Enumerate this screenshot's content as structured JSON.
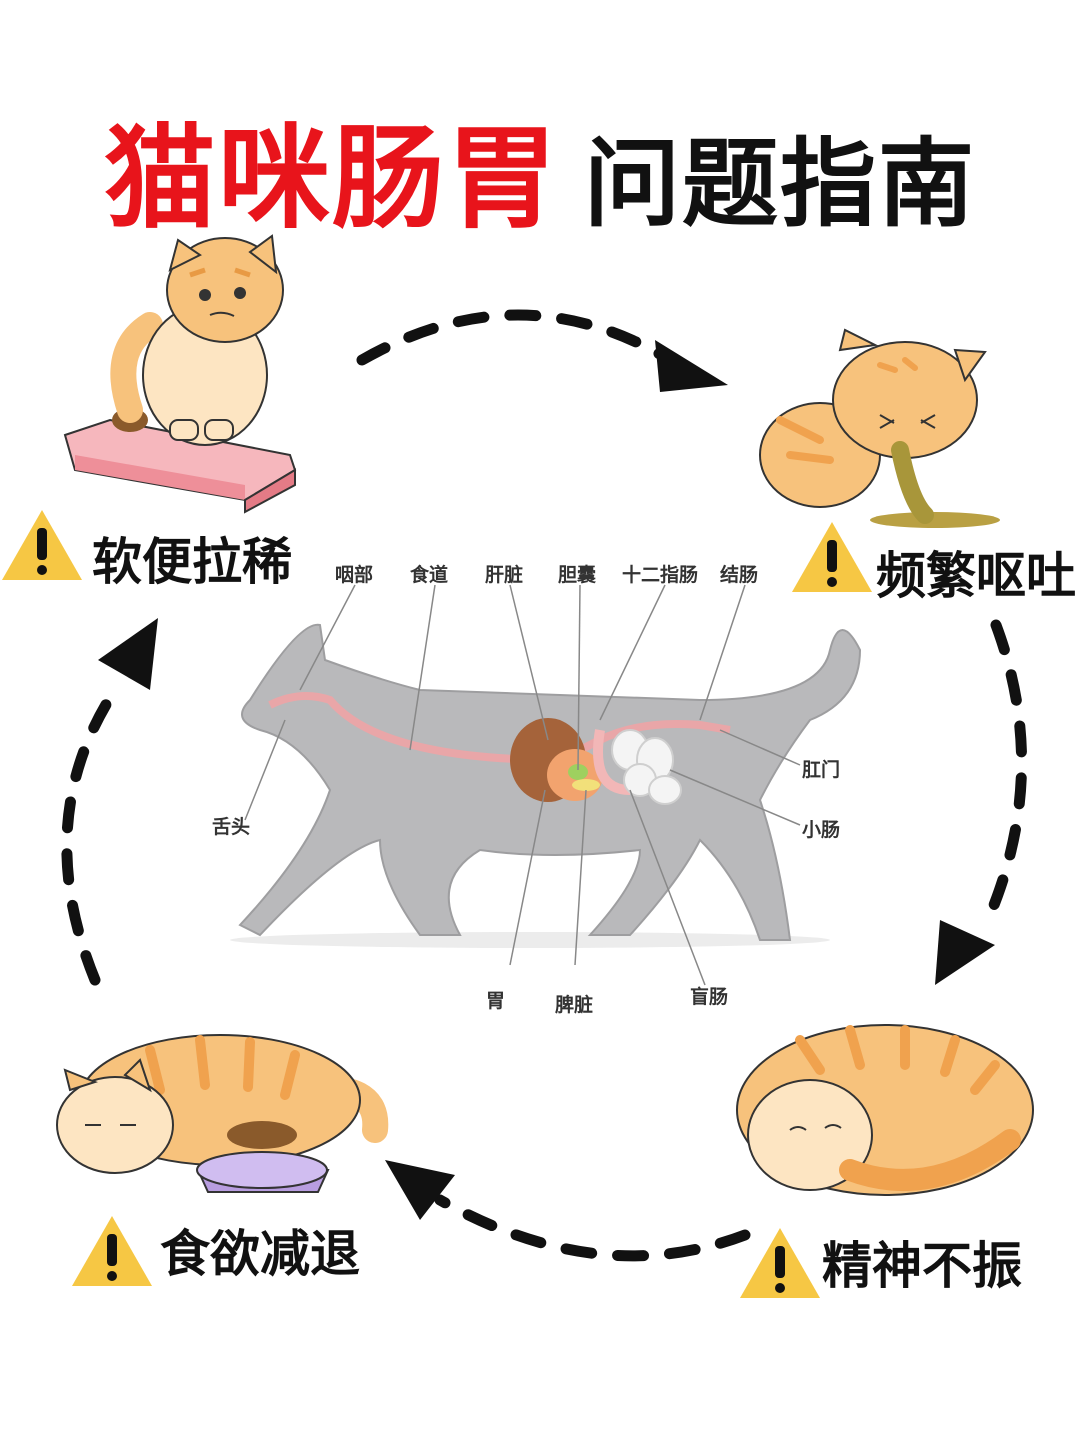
{
  "title": {
    "part1": "猫咪肠胃",
    "part2": "问题指南"
  },
  "symptoms": [
    {
      "label": "软便拉稀",
      "icon": "warning-triangle-icon"
    },
    {
      "label": "频繁呕吐",
      "icon": "warning-triangle-icon"
    },
    {
      "label": "精神不振",
      "icon": "warning-triangle-icon"
    },
    {
      "label": "食欲减退",
      "icon": "warning-triangle-icon"
    }
  ],
  "anatomy": {
    "top": [
      "咽部",
      "食道",
      "肝脏",
      "胆囊",
      "十二指肠",
      "结肠"
    ],
    "right": [
      "肛门",
      "小肠"
    ],
    "left": [
      "舌头"
    ],
    "bottom": [
      "胃",
      "脾脏",
      "盲肠"
    ]
  },
  "colors": {
    "title_red": "#e8141b",
    "warning_yellow": "#f6c744",
    "cat_orange": "#f7c27c",
    "cat_stripe": "#f0a24e",
    "anatomy_gray": "#b9b9bb"
  }
}
